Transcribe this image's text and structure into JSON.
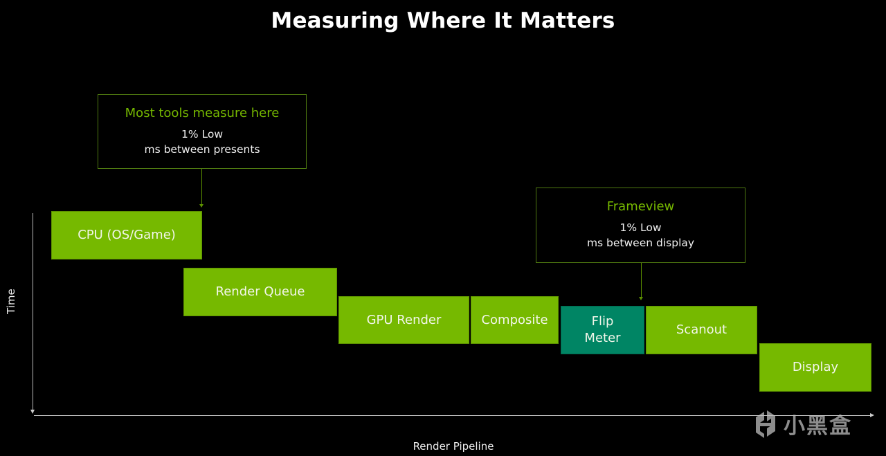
{
  "title": "Measuring Where It Matters",
  "axes": {
    "y_label": "Time",
    "x_label": "Render Pipeline"
  },
  "callouts": [
    {
      "heading": "Most tools measure here",
      "lines": [
        "1% Low",
        "ms between presents"
      ],
      "points_to": "CPU (OS/Game)"
    },
    {
      "heading": "Frameview",
      "lines": [
        "1% Low",
        "ms between display"
      ],
      "points_to": "Flip Meter"
    }
  ],
  "pipeline_stages": [
    {
      "label": "CPU (OS/Game)",
      "color": "#76b900"
    },
    {
      "label": "Render Queue",
      "color": "#76b900"
    },
    {
      "label": "GPU Render",
      "color": "#76b900"
    },
    {
      "label": "Composite",
      "color": "#76b900"
    },
    {
      "label": "Flip\nMeter",
      "line1": "Flip",
      "line2": "Meter",
      "color": "#008564"
    },
    {
      "label": "Scanout",
      "color": "#76b900"
    },
    {
      "label": "Display",
      "color": "#76b900"
    }
  ],
  "colors": {
    "accent": "#76b900",
    "teal": "#008564",
    "background": "#000000"
  },
  "watermark": {
    "text": "小黑盒",
    "icon": "xiaoheihe-logo-icon"
  }
}
